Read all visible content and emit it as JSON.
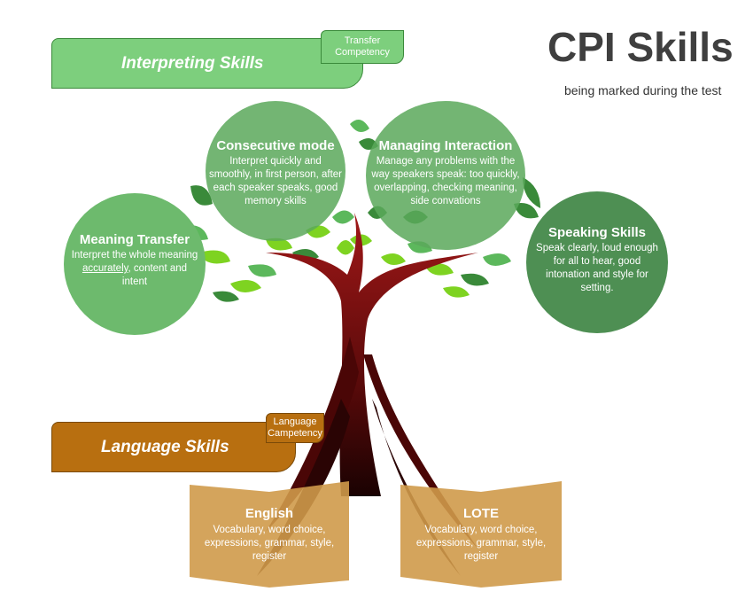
{
  "header": {
    "title": "CPI Skills",
    "subtitle": "being marked during the test"
  },
  "interpreting": {
    "banner": "Interpreting Skills",
    "tag_line1": "Transfer",
    "tag_line2": "Competency"
  },
  "language": {
    "banner": "Language Skills",
    "tag_line1": "Language",
    "tag_line2": "Campetency"
  },
  "circles": {
    "consecutive": {
      "heading": "Consecutive mode",
      "body": "Interpret quickly and smoothly, in first person, after each speaker speaks, good memory skills"
    },
    "managing": {
      "heading": "Managing Interaction",
      "body": "Manage any problems with the way speakers speak: too quickly, overlapping, checking meaning, side convations"
    },
    "meaning": {
      "heading": "Meaning Transfer",
      "body_pre": "Interpret the whole meaning ",
      "body_emph": "accurately",
      "body_post": ", content and intent"
    },
    "speaking": {
      "heading": "Speaking Skills",
      "body": "Speak clearly, loud enough for all to hear, good intonation and style for setting."
    }
  },
  "roots": {
    "english": {
      "heading": "English",
      "body": "Vocabulary, word choice, expressions, grammar, style, register"
    },
    "lote": {
      "heading": "LOTE",
      "body": "Vocabulary, word choice, expressions, grammar, style, register"
    }
  },
  "colors": {
    "green_banner": "#7dcf7d",
    "circle_green": "#5aa85a",
    "speaking_green": "#4e8f53",
    "leaf_light": "#7ed321",
    "leaf_dark": "#3a8a3a",
    "trunk": "#7a1212",
    "trunk_dark": "#2a0505",
    "orange_banner": "#b86f10",
    "root_box": "#cf9a4a"
  }
}
